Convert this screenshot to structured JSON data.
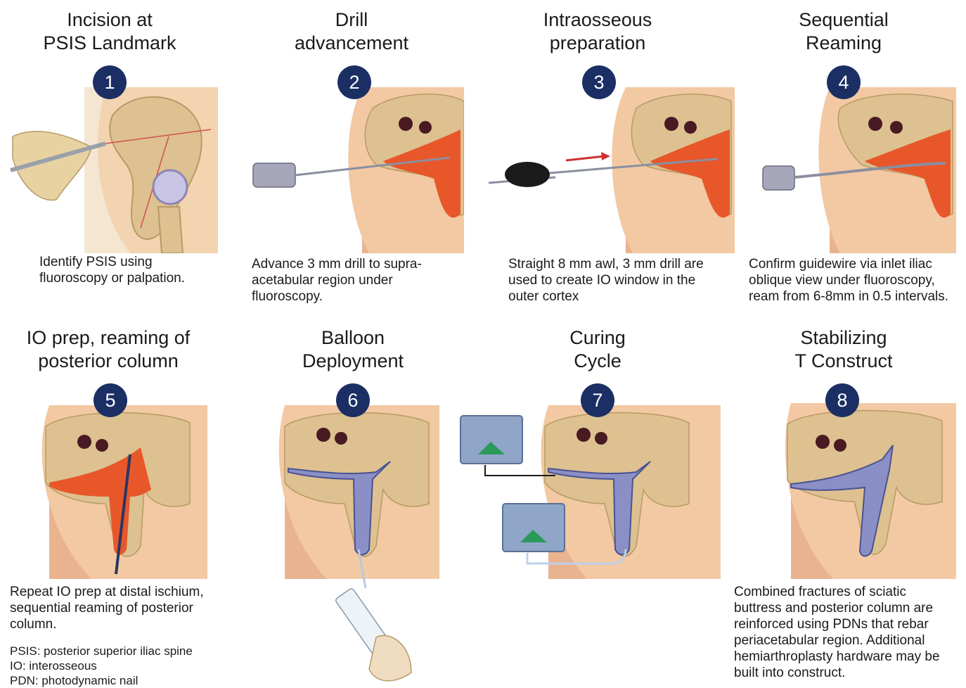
{
  "steps": [
    {
      "number": "1",
      "title": "Incision at\nPSIS Landmark",
      "caption": "Identify PSIS using\nfluoroscopy or palpation."
    },
    {
      "number": "2",
      "title": "Drill\nadvancement",
      "caption": "Advance 3 mm drill to supra-\nacetabular region under\nfluoroscopy."
    },
    {
      "number": "3",
      "title": "Intraosseous\npreparation",
      "caption": "Straight 8 mm awl, 3 mm drill are\nused to create IO window in the\nouter cortex"
    },
    {
      "number": "4",
      "title": "Sequential\nReaming",
      "caption": "Confirm guidewire via inlet iliac\noblique view under fluoroscopy,\nream from 6-8mm in 0.5 intervals."
    },
    {
      "number": "5",
      "title": "IO prep, reaming of\nposterior column",
      "caption": "Repeat IO prep at distal ischium,\nsequential reaming of posterior\ncolumn."
    },
    {
      "number": "6",
      "title": "Balloon\nDeployment",
      "caption": ""
    },
    {
      "number": "7",
      "title": "Curing\nCycle",
      "caption": ""
    },
    {
      "number": "8",
      "title": "Stabilizing\nT Construct",
      "caption": "Combined fractures of sciatic\nbuttress and posterior column are\nreinforced using PDNs that rebar\nperiacetabular region. Additional\nhemiarthroplasty hardware may be\nbuilt into construct."
    }
  ],
  "abbreviations": [
    "PSIS: posterior superior iliac spine",
    "IO: interosseous",
    "PDN: photodynamic nail"
  ],
  "colors": {
    "badge": "#1b2f64",
    "skin": "#f2c9a3",
    "bone": "#ddc190",
    "marrow": "#e8572a",
    "lesion": "#4a1a22",
    "device": "#6a7fb0"
  }
}
